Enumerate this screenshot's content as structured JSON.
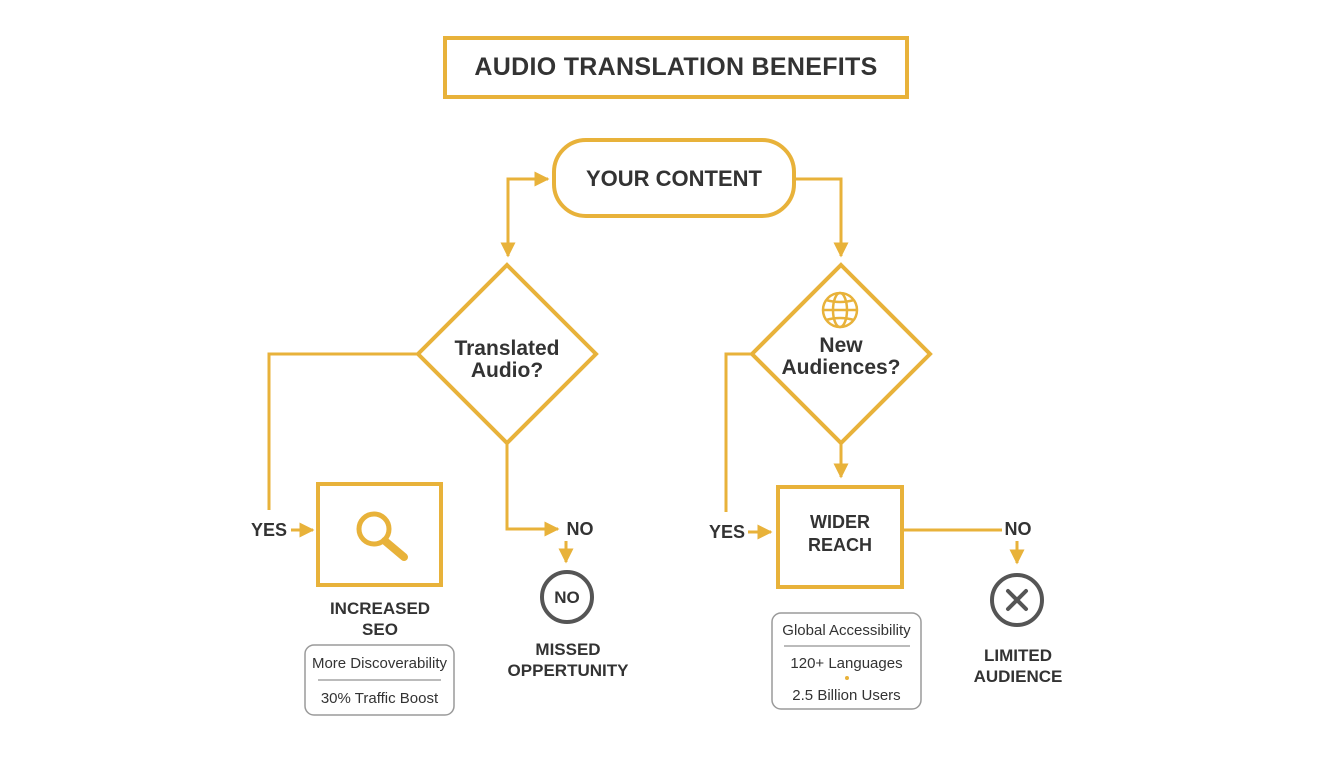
{
  "colors": {
    "accent": "#e8b23a",
    "text": "#333333",
    "circle": "#555555",
    "info_border": "#9a9a9a"
  },
  "title": "AUDIO TRANSLATION BENEFITS",
  "start_node": "YOUR CONTENT",
  "decision_left": {
    "line1": "Translated",
    "line2": "Audio?",
    "icon": ""
  },
  "decision_right": {
    "line1": "New",
    "line2": "Audiences?",
    "icon": "globe-icon"
  },
  "left_branch": {
    "yes_label": "YES",
    "no_label": "NO",
    "yes_box_icon": "magnifier-icon",
    "yes_caption_line1": "INCREASED",
    "yes_caption_line2": "SEO",
    "yes_details": [
      "More Discoverability",
      "30% Traffic Boost"
    ],
    "no_circle_text": "NO",
    "no_caption_line1": "MISSED",
    "no_caption_line2": "OPPERTUNITY"
  },
  "right_branch": {
    "yes_label": "YES",
    "no_label": "NO",
    "yes_box_line1": "WIDER",
    "yes_box_line2": "REACH",
    "yes_details": [
      "Global Accessibility",
      "120+ Languages",
      "2.5 Billion Users"
    ],
    "no_icon": "x-icon",
    "no_caption_line1": "LIMITED",
    "no_caption_line2": "AUDIENCE"
  }
}
